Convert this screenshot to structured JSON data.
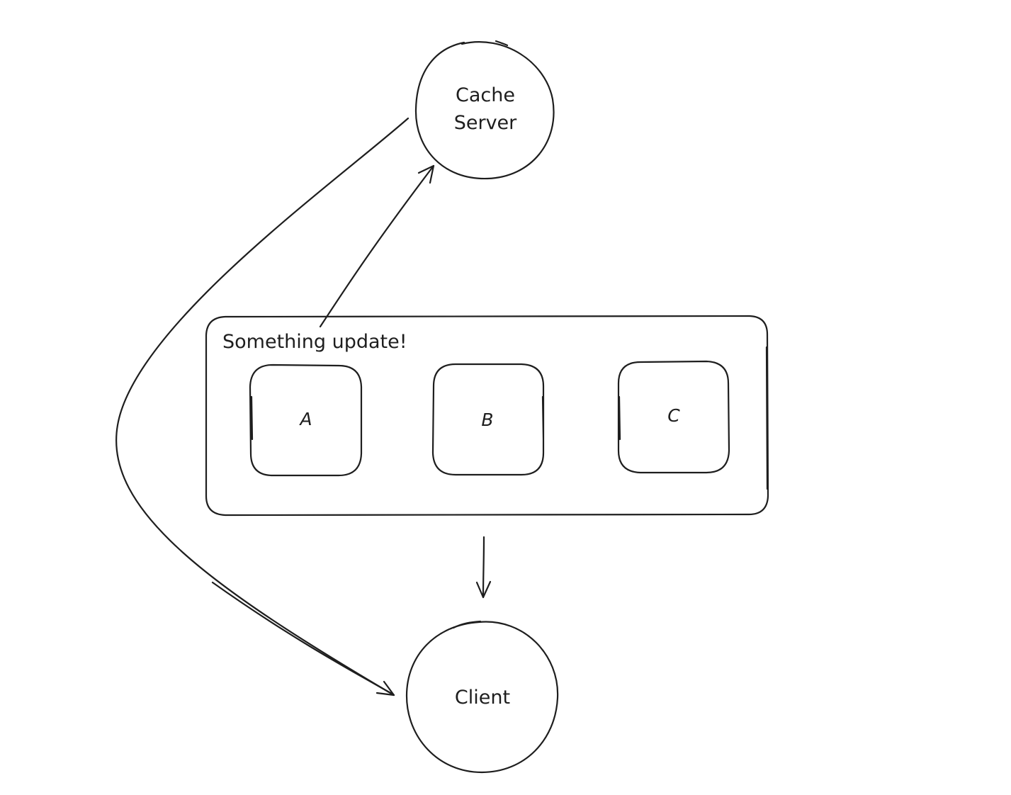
{
  "nodes": {
    "cache_server": {
      "line1": "Cache",
      "line2": "Server"
    },
    "client": {
      "label": "Client"
    },
    "group": {
      "label": "Something update!"
    },
    "box_a": {
      "label": "A"
    },
    "box_b": {
      "label": "B"
    },
    "box_c": {
      "label": "C"
    }
  },
  "edges": [
    {
      "from": "group",
      "to": "cache_server"
    },
    {
      "from": "cache_server",
      "to": "client"
    },
    {
      "from": "group",
      "to": "client"
    }
  ],
  "colors": {
    "stroke": "#1e1e1e",
    "background": "#ffffff"
  }
}
